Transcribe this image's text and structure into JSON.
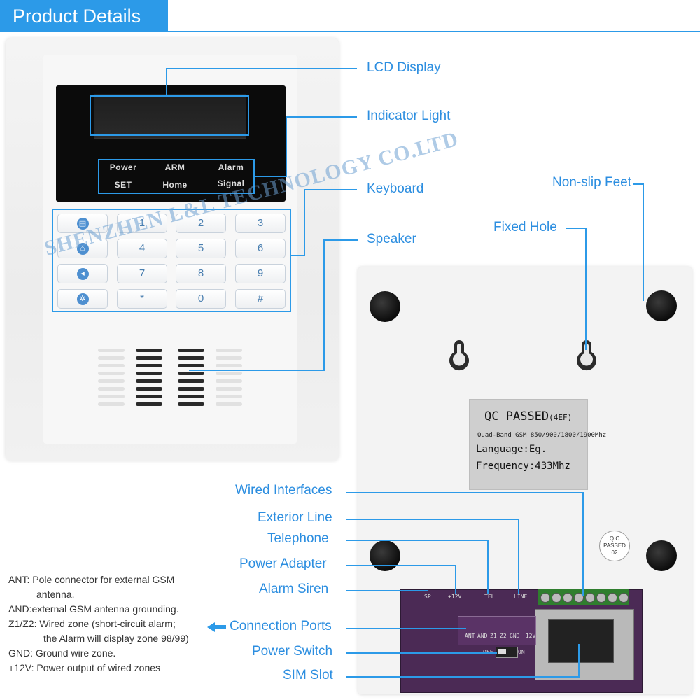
{
  "header": {
    "title": "Product Details"
  },
  "indicators": [
    "Power",
    "ARM",
    "Alarm",
    "SET",
    "Home",
    "Signal"
  ],
  "keypad": {
    "icon_keys": [
      "arm-icon",
      "home-icon",
      "speaker-icon",
      "settings-icon"
    ],
    "keys": [
      "1",
      "2",
      "3",
      "4",
      "5",
      "6",
      "7",
      "8",
      "9",
      "*",
      "0",
      "#"
    ]
  },
  "callouts": {
    "lcd": "LCD Display",
    "indicator": "Indicator Light",
    "keyboard": "Keyboard",
    "speaker": "Speaker",
    "nonslip": "Non-slip Feet",
    "fixed_hole": "Fixed Hole",
    "wired": "Wired Interfaces",
    "exterior_line": "Exterior Line",
    "telephone": "Telephone",
    "power_adapter": "Power Adapter",
    "alarm_siren": "Alarm Siren",
    "connection_ports": "Connection Ports",
    "power_switch": "Power Switch",
    "sim_slot": "SIM Slot"
  },
  "qc_label": {
    "title": "QC PASSED",
    "code": "(4EF)",
    "band": "Quad-Band GSM 850/900/1800/1900Mhz",
    "language": "Language:Eg.",
    "frequency": "Frequency:433Mhz"
  },
  "qc_badge": {
    "l1": "Q C",
    "l2": "PASSED",
    "l3": "02"
  },
  "watermark": "SHENZHEN L&L TECHNOLOGY CO.LTD",
  "pcb_labels": {
    "sp": "SP",
    "v12": "+12V",
    "tel": "TEL",
    "line": "LINE",
    "ant": "ANT",
    "and": "AND",
    "z1": "Z1",
    "z2": "Z2",
    "gnd": "GND",
    "plus12v": "+12V",
    "off": "OFF",
    "on": "ON"
  },
  "legend": [
    {
      "term": "ANT:",
      "text": "Pole connector for external GSM"
    },
    {
      "term": "",
      "text": "antenna."
    },
    {
      "term": "AND:",
      "text": "external GSM antenna grounding."
    },
    {
      "term": "Z1/Z2:",
      "text": "Wired zone (short-circuit alarm;"
    },
    {
      "term": "",
      "text": "the Alarm will display zone 98/99)"
    },
    {
      "term": "GND:",
      "text": "Ground wire zone."
    },
    {
      "term": "+12V:",
      "text": "Power output of wired zones"
    }
  ],
  "colors": {
    "accent": "#2c9ae8",
    "callout_text": "#2c8ee0"
  }
}
